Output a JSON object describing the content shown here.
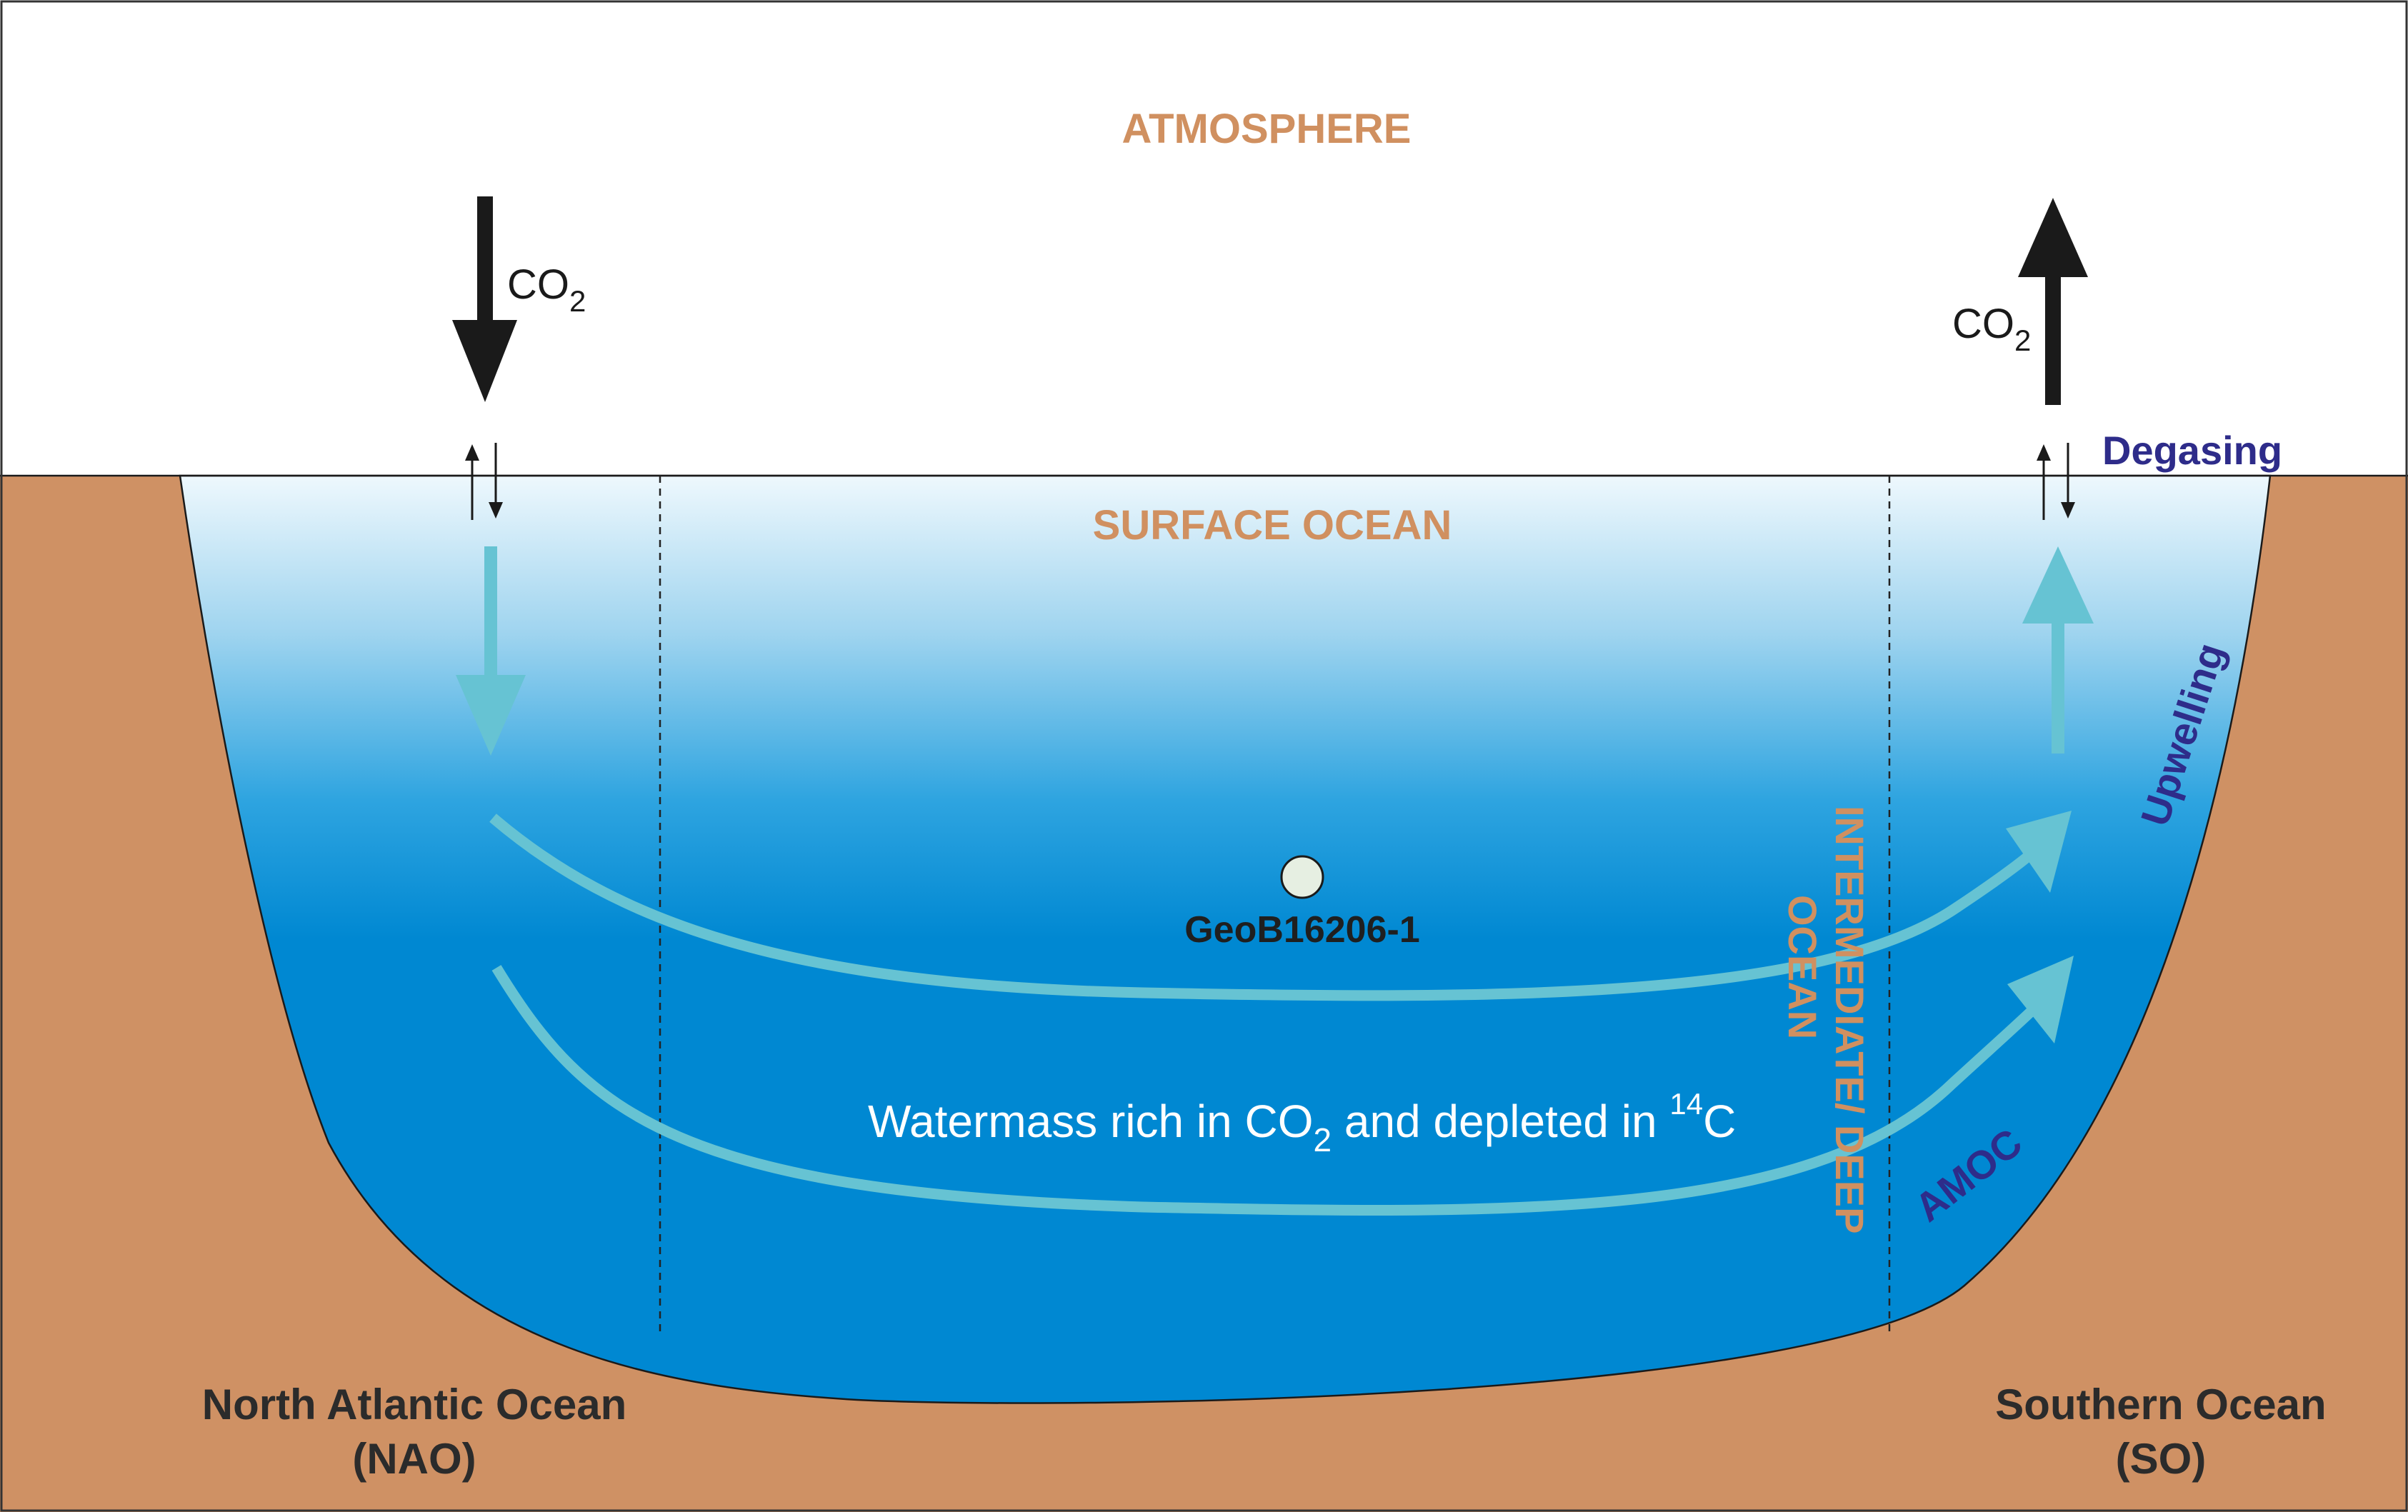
{
  "labels": {
    "atmosphere": "ATMOSPHERE",
    "surface_ocean": "SURFACE OCEAN",
    "intermediate_line1": "INTERMEDIATE/ DEEP",
    "intermediate_line2": "OCEAN",
    "co2_prefix": "CO",
    "co2_subscript": "2",
    "degasing": "Degasing",
    "upwelling": "Upwelling",
    "amoc": "AMOC",
    "site": "GeoB16206-1",
    "watermass_part1": "Watermass rich in CO",
    "watermass_sub": "2",
    "watermass_part2": " and depleted in ",
    "watermass_sup": "14",
    "watermass_part3": "C",
    "nao_line1": "North Atlantic Ocean",
    "nao_line2": "(NAO)",
    "so_line1": "Southern Ocean",
    "so_line2": "(SO)"
  },
  "colors": {
    "land": "#cf9164",
    "deep_water": "#0088d2",
    "surface_water": "#eef8fd",
    "flow_arrow": "#66c3d3",
    "region_label": "#d09060",
    "process_label": "#2e2c8a",
    "black_arrow": "#1a1a1a"
  }
}
